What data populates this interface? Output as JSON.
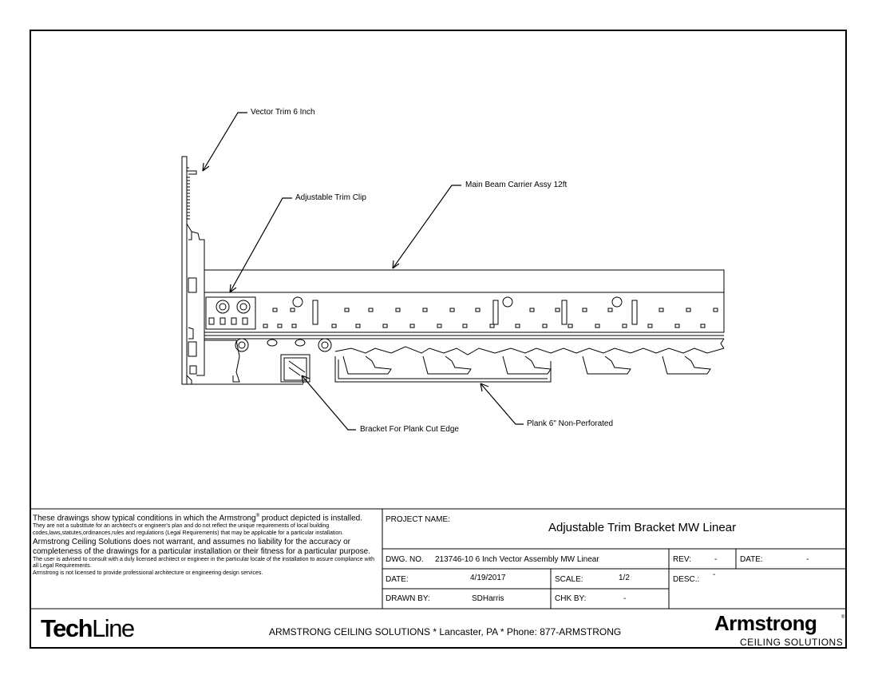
{
  "callouts": {
    "vector_trim": "Vector Trim 6 Inch",
    "main_beam": "Main Beam Carrier Assy 12ft",
    "trim_clip": "Adjustable Trim Clip",
    "bracket": "Bracket For Plank Cut Edge",
    "plank": "Plank 6\" Non-Perforated"
  },
  "disclaimer": {
    "line1": "These drawings show typical conditions in which the Armstrong",
    "line1_mark": "®",
    "line1_tail": " product depicted is installed.",
    "line2": "They are not a substitute for an architect's or engineer's plan and do not reflect the unique requirements of local building codes,laws,statutes,ordinances,rules and regulations (Legal Requirements) that may be applicable for a particular installation.",
    "line3": "Armstrong Ceiling Solutions does not warrant, and assumes no liability for the accuracy or completeness of the drawings for a particular installation or their fitness for a particular purpose.",
    "line4": "The user is advised to consult with a duly licensed architect or engineer in the particular locale of the installation to assure compliance with all Legal Requirements.",
    "line5": "Armstrong is not licensed to provide professional architecture or engineering design services."
  },
  "title_block": {
    "project_name_label": "PROJECT NAME:",
    "project_name": "Adjustable Trim Bracket MW Linear",
    "dwg_no_label": "DWG. NO.",
    "dwg_no": "213746-10 6 Inch Vector Assembly MW Linear",
    "rev_label": "REV:",
    "rev": "-",
    "date_label_right": "DATE:",
    "date_right": "-",
    "date_label": "DATE:",
    "date": "4/19/2017",
    "scale_label": "SCALE:",
    "scale": "1/2",
    "desc_label": "DESC.:",
    "desc": "-",
    "drawn_by_label": "DRAWN BY:",
    "drawn_by": "SDHarris",
    "chk_by_label": "CHK BY:",
    "chk_by": "-"
  },
  "footer": {
    "brand_tech": "Tech",
    "brand_line": "Line",
    "company_line": "ARMSTRONG CEILING SOLUTIONS * Lancaster, PA * Phone: 877-ARMSTRONG",
    "logo_text": "Armstrong",
    "logo_sub": "CEILING SOLUTIONS",
    "logo_mark": "®"
  }
}
